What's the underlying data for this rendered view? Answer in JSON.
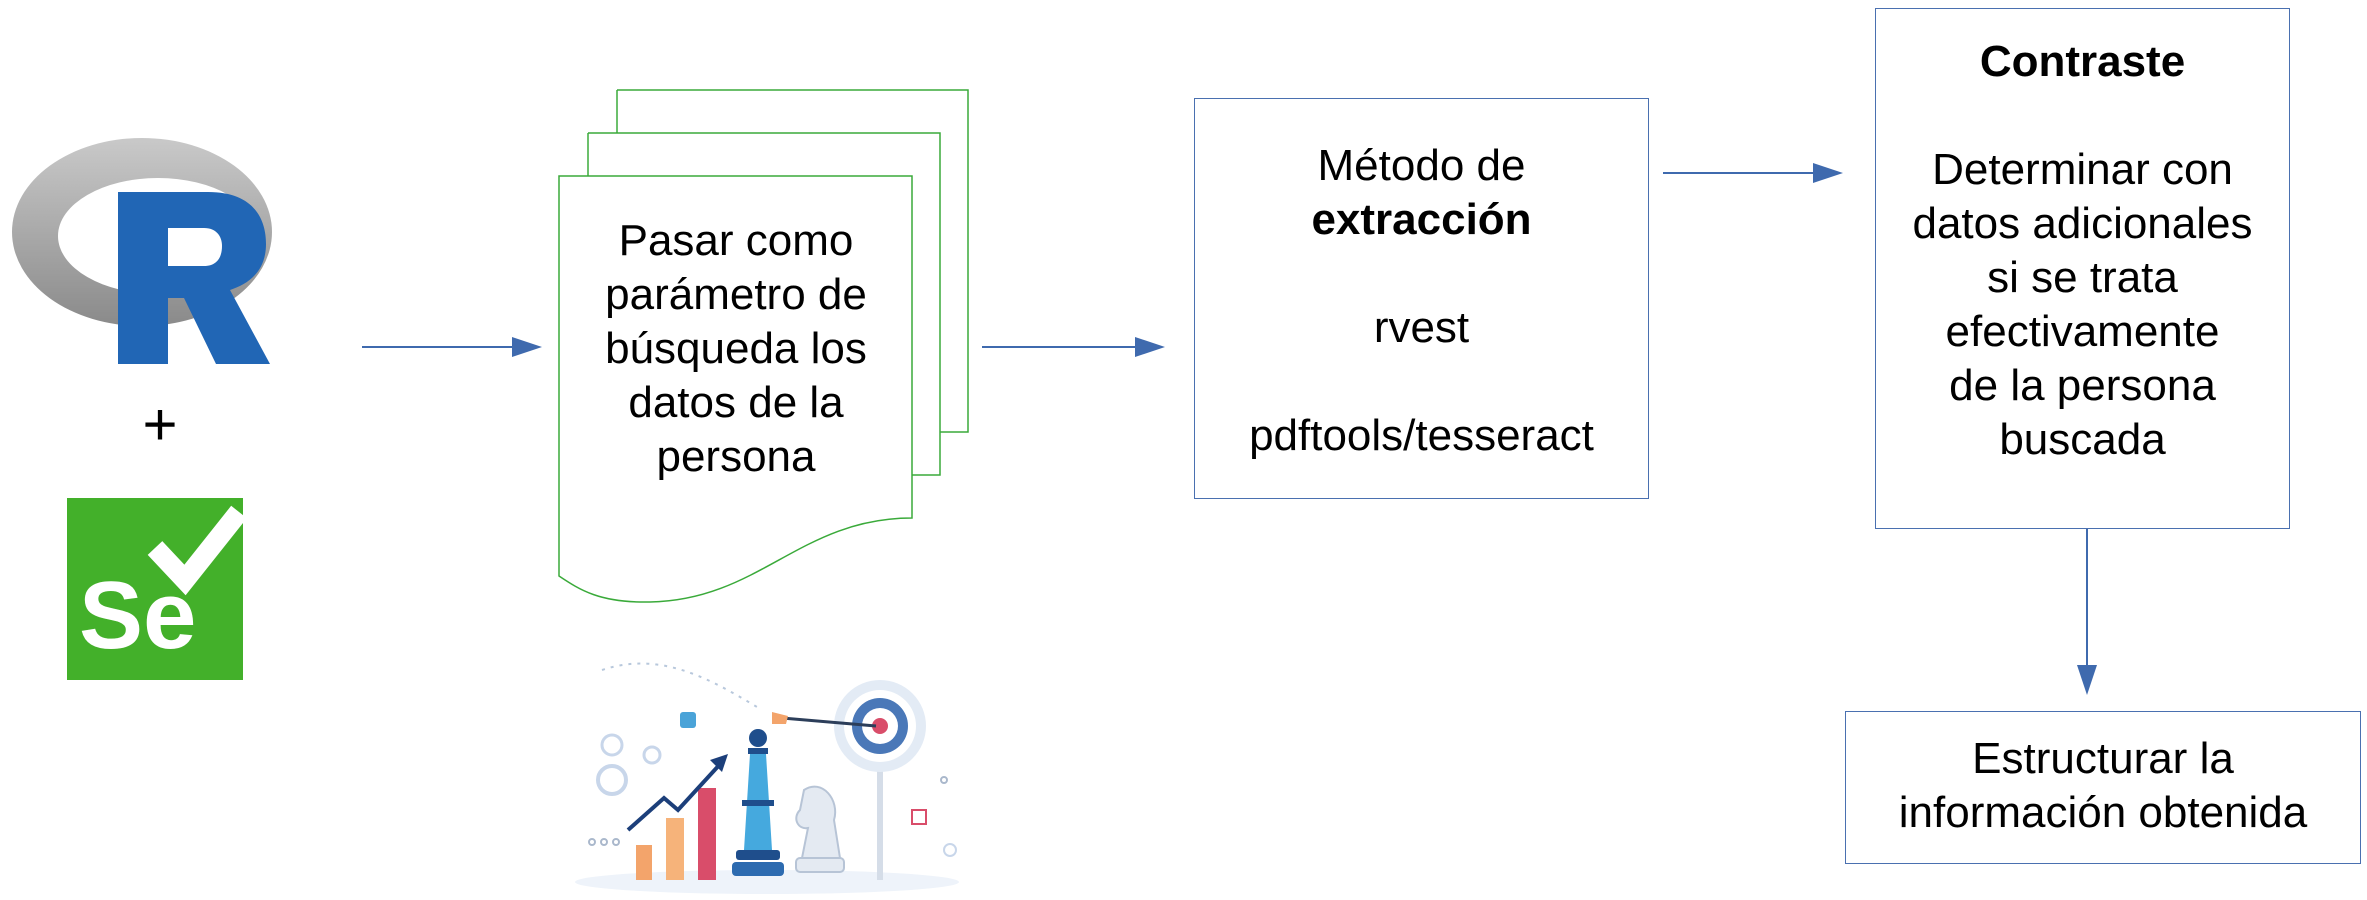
{
  "plus": "+",
  "r_logo": {
    "letter": "R",
    "ring_color": "#9a9a9a",
    "letter_color": "#2166b5"
  },
  "selenium_logo": {
    "text": "Se",
    "bg_color": "#43b02a"
  },
  "document": {
    "lines": [
      "Pasar como",
      "parámetro  de",
      "búsqueda los",
      "datos de la",
      "persona"
    ],
    "border_color": "#3aaa3a"
  },
  "extraction": {
    "line1": "Método de",
    "line2": "extracción",
    "line3": "rvest",
    "line4": "pdftools/tesseract"
  },
  "contrast": {
    "title": "Contraste",
    "lines": [
      "Determinar con",
      "datos adicionales",
      "si se trata",
      "efectivamente",
      "de la persona",
      "buscada"
    ]
  },
  "structure": {
    "lines": [
      "Estructurar la",
      "información obtenida"
    ]
  },
  "colors": {
    "box_border": "#4a70b0",
    "arrow": "#3f6aae"
  },
  "illustration_icon": "strategy-target-chart-icon"
}
